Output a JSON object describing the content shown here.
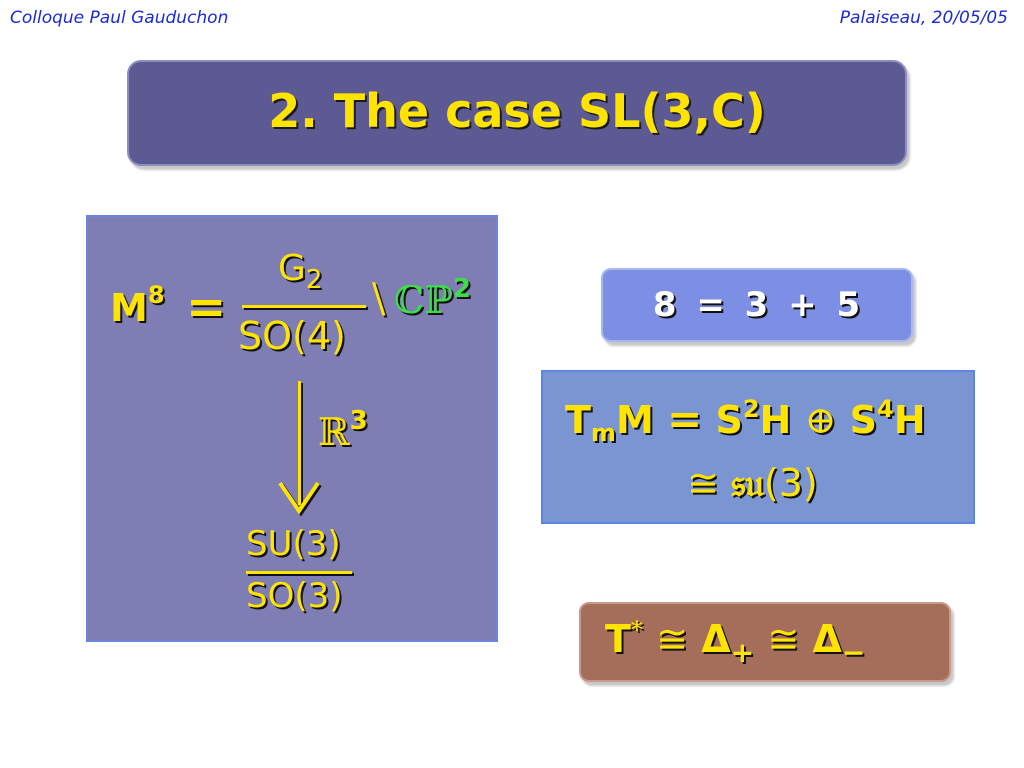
{
  "header": {
    "left": "Colloque Paul Gauduchon",
    "right": "Palaiseau, 20/05/05"
  },
  "title": "2. The case SL(3,C)",
  "left_box": {
    "m": "M",
    "m_exp": "8",
    "equals": "=",
    "numerator": "G",
    "numerator_sub": "2",
    "denominator": "SO(4)",
    "setminus": "\\",
    "cp": "ℂℙ",
    "cp_exp": "2",
    "fiber": "ℝ",
    "fiber_exp": "3",
    "base_num": "SU(3)",
    "base_den": "SO(3)"
  },
  "dimension_eq": "8 = 3 + 5",
  "tangent": {
    "T": "T",
    "m_sub": "m",
    "M": "M",
    "eq": "=",
    "s1": "S",
    "s1_exp": "2",
    "h1": "H",
    "oplus": "⊕",
    "s2": "S",
    "s2_exp": "4",
    "h2": "H",
    "cong": "≅",
    "su": "𝔰𝔲",
    "su_arg": "(3)"
  },
  "cotangent": {
    "t": "T",
    "star": "*",
    "cong1": "≅",
    "delta_plus": "Δ",
    "plus_sub": "+",
    "cong2": "≅",
    "delta_minus": "Δ",
    "minus_sub": "−"
  },
  "colors": {
    "title_bg": "#5d5a93",
    "accent_yellow": "#ffe400",
    "accent_green": "#3dde4a",
    "header_blue": "#1a2ad6",
    "left_box_bg": "#7e7db4",
    "pill_bg": "#7c8fe4",
    "tangent_box_bg": "#7b95d2",
    "cotangent_box_bg": "#a56e5b"
  }
}
